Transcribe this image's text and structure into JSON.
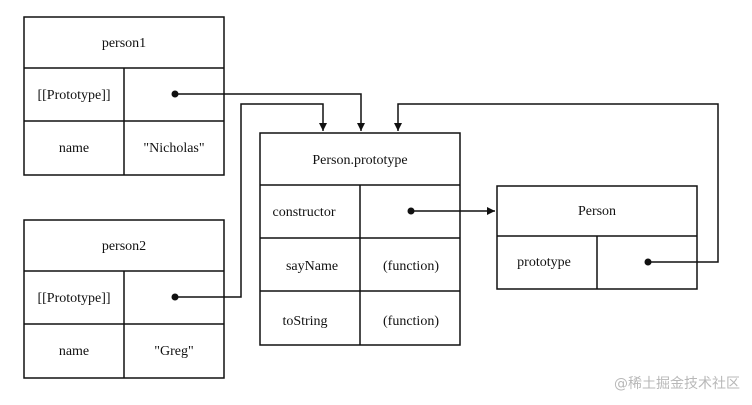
{
  "person1": {
    "title": "person1",
    "rows": [
      {
        "key": "[[Prototype]]",
        "value": ""
      },
      {
        "key": "name",
        "value": "\"Nicholas\""
      }
    ]
  },
  "person2": {
    "title": "person2",
    "rows": [
      {
        "key": "[[Prototype]]",
        "value": ""
      },
      {
        "key": "name",
        "value": "\"Greg\""
      }
    ]
  },
  "proto": {
    "title": "Person.prototype",
    "rows": [
      {
        "key": "constructor",
        "value": ""
      },
      {
        "key": "sayName",
        "value": "(function)"
      },
      {
        "key": "toString",
        "value": "(function)"
      }
    ]
  },
  "person": {
    "title": "Person",
    "rows": [
      {
        "key": "prototype",
        "value": ""
      }
    ]
  },
  "watermark": "@稀土掘金技术社区",
  "colors": {
    "line": "#111111",
    "text": "#111111",
    "watermark": "#b8b8b8"
  }
}
